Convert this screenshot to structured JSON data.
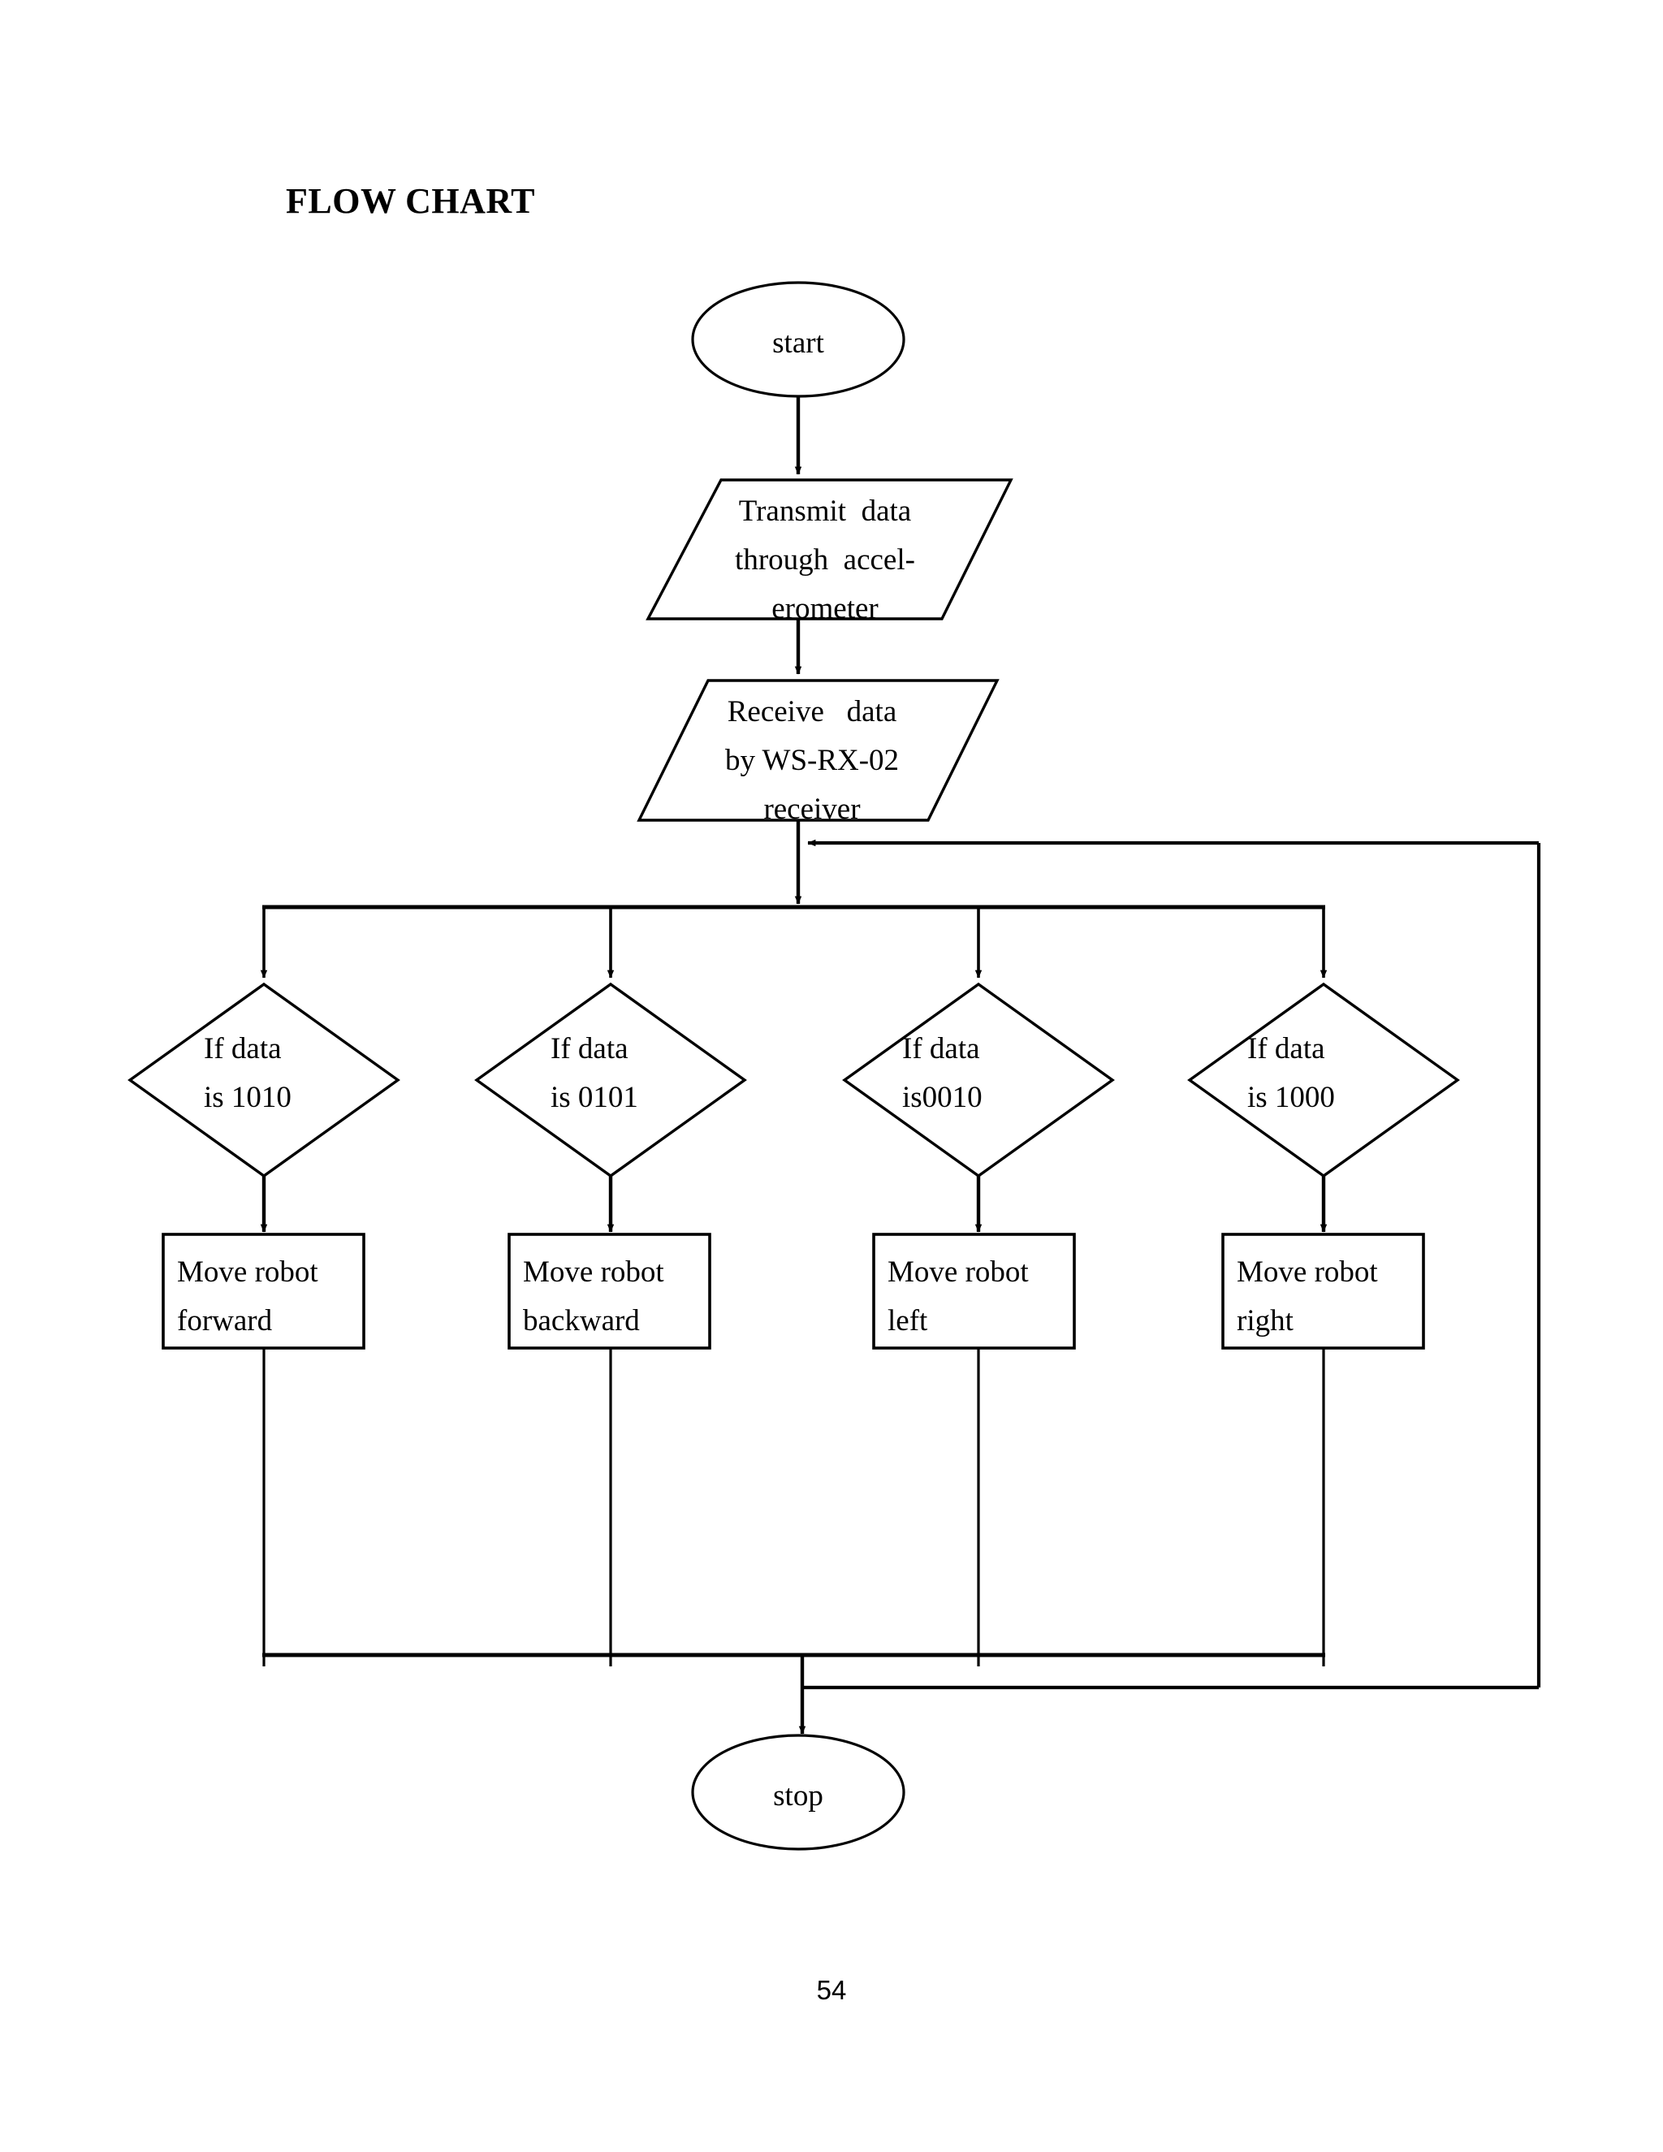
{
  "page": {
    "title": "FLOW CHART",
    "page_number": "54",
    "ink_color": "#000000",
    "background_color": "#ffffff"
  },
  "chart_data": {
    "type": "flowchart",
    "title": "FLOW CHART",
    "orientation": "top-to-bottom",
    "nodes": [
      {
        "id": "start",
        "shape": "ellipse",
        "label": "start"
      },
      {
        "id": "transmit",
        "shape": "parallelogram",
        "label": "Transmit  data\nthrough  accel-\nerometer",
        "lines": [
          "Transmit  data",
          "through  accel-",
          "erometer"
        ]
      },
      {
        "id": "receive",
        "shape": "parallelogram",
        "label": "Receive   data\nby WS-RX-02\nreceiver",
        "lines": [
          "Receive   data",
          "by WS-RX-02",
          "receiver"
        ]
      },
      {
        "id": "cond1",
        "shape": "diamond",
        "label": "If data\nis 1010",
        "lines": [
          "If data",
          "is 1010"
        ]
      },
      {
        "id": "cond2",
        "shape": "diamond",
        "label": "If data\nis 0101",
        "lines": [
          "If data",
          "is 0101"
        ]
      },
      {
        "id": "cond3",
        "shape": "diamond",
        "label": "If data\nis0010",
        "lines": [
          "If data",
          "is0010"
        ]
      },
      {
        "id": "cond4",
        "shape": "diamond",
        "label": "If data\nis 1000",
        "lines": [
          "If data",
          "is 1000"
        ]
      },
      {
        "id": "act1",
        "shape": "rectangle",
        "label": "Move robot\nforward",
        "lines": [
          "Move robot",
          "forward"
        ]
      },
      {
        "id": "act2",
        "shape": "rectangle",
        "label": "Move robot\nbackward",
        "lines": [
          "Move robot",
          "backward"
        ]
      },
      {
        "id": "act3",
        "shape": "rectangle",
        "label": "Move robot\nleft",
        "lines": [
          "Move robot",
          "left"
        ]
      },
      {
        "id": "act4",
        "shape": "rectangle",
        "label": "Move robot\nright",
        "lines": [
          "Move robot",
          "right"
        ]
      },
      {
        "id": "stop",
        "shape": "ellipse",
        "label": "stop"
      }
    ],
    "edges": [
      {
        "from": "start",
        "to": "transmit",
        "arrow": true,
        "label": ""
      },
      {
        "from": "transmit",
        "to": "receive",
        "arrow": true,
        "label": ""
      },
      {
        "from": "receive",
        "to": "branch-bus",
        "arrow": true,
        "label": ""
      },
      {
        "from": "branch-bus",
        "to": "cond1",
        "arrow": true,
        "label": ""
      },
      {
        "from": "branch-bus",
        "to": "cond2",
        "arrow": true,
        "label": ""
      },
      {
        "from": "branch-bus",
        "to": "cond3",
        "arrow": true,
        "label": ""
      },
      {
        "from": "branch-bus",
        "to": "cond4",
        "arrow": true,
        "label": ""
      },
      {
        "from": "cond1",
        "to": "act1",
        "arrow": true,
        "label": ""
      },
      {
        "from": "cond2",
        "to": "act2",
        "arrow": true,
        "label": ""
      },
      {
        "from": "cond3",
        "to": "act3",
        "arrow": true,
        "label": ""
      },
      {
        "from": "cond4",
        "to": "act4",
        "arrow": true,
        "label": ""
      },
      {
        "from": "act1",
        "to": "merge-bus",
        "arrow": false,
        "label": ""
      },
      {
        "from": "act2",
        "to": "merge-bus",
        "arrow": false,
        "label": ""
      },
      {
        "from": "act3",
        "to": "merge-bus",
        "arrow": false,
        "label": ""
      },
      {
        "from": "act4",
        "to": "merge-bus",
        "arrow": false,
        "label": ""
      },
      {
        "from": "merge-bus",
        "to": "stop",
        "arrow": true,
        "label": ""
      },
      {
        "from": "merge-bus",
        "to": "receive",
        "arrow": true,
        "label": "",
        "kind": "feedback-loop"
      }
    ]
  }
}
